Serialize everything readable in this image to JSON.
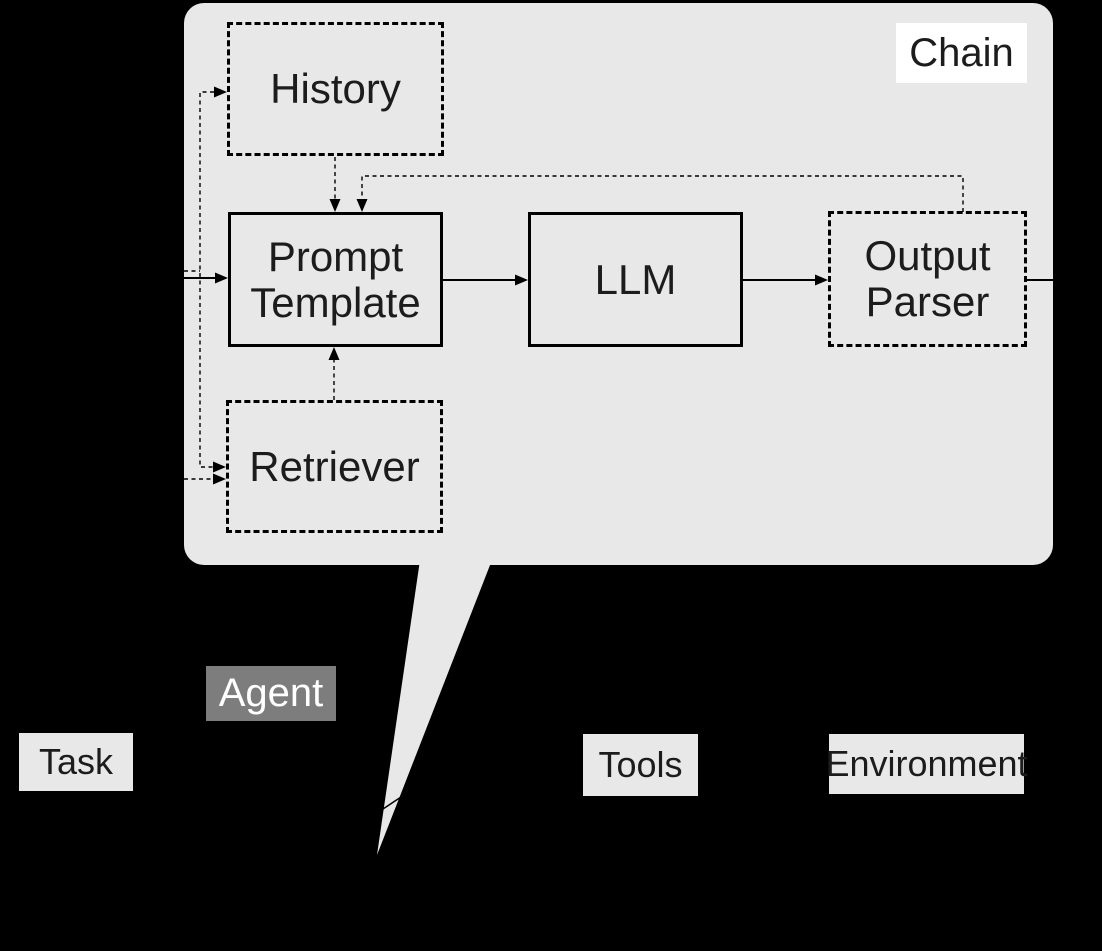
{
  "colors": {
    "background": "#000000",
    "panel": "#E8E8E8",
    "line": "#000000",
    "text": "#1C1C1C",
    "chain_label_bg": "#FFFFFF",
    "agent_bg": "#7D7D7D",
    "agent_text": "#FFFFFF"
  },
  "chain": {
    "label": "Chain",
    "nodes": {
      "history": {
        "label": "History"
      },
      "prompt_template": {
        "line1": "Prompt",
        "line2": "Template"
      },
      "llm": {
        "label": "LLM"
      },
      "output_parser": {
        "line1": "Output",
        "line2": "Parser"
      },
      "retriever": {
        "label": "Retriever"
      }
    }
  },
  "agent": {
    "label": "Agent"
  },
  "bottom_labels": {
    "task": "Task",
    "tools": "Tools",
    "environment": "Environment"
  }
}
